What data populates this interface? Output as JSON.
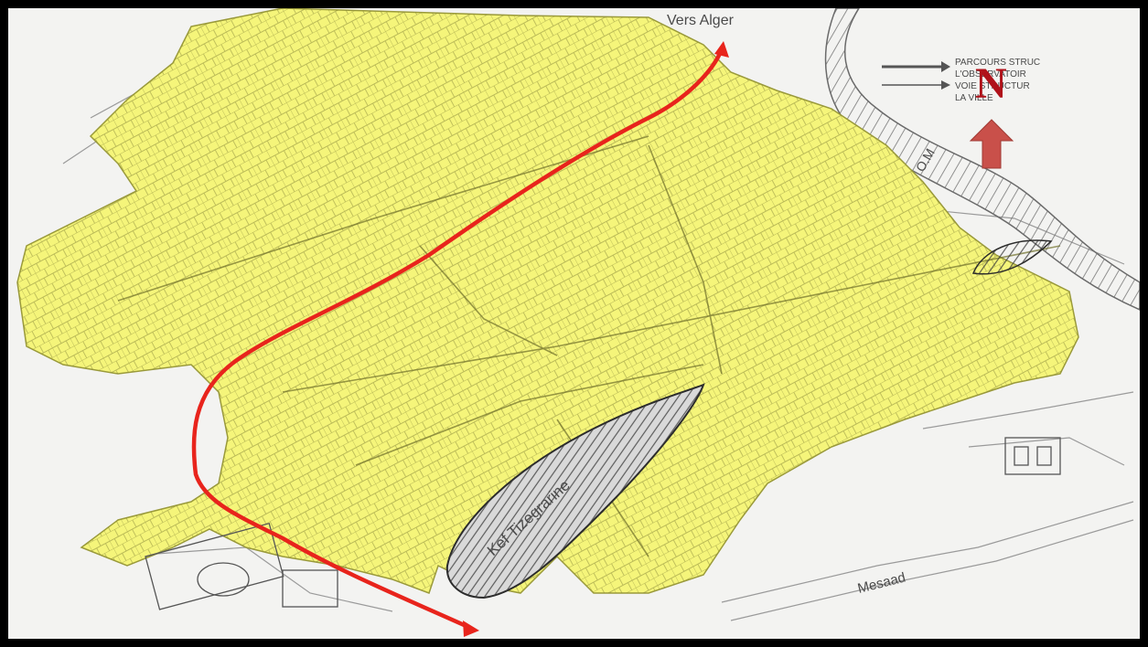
{
  "map": {
    "labels": {
      "vers_alger": "Vers Alger",
      "kef_tizegrarine": "Kef Tizegrarine",
      "mesaad": "Mesaad",
      "oued": "O.M"
    },
    "legend": {
      "line1": "PARCOURS STRUC",
      "line2": "L'OBSERVATOIR",
      "line3": "VOIE STRUCTUR",
      "line4": "LA VILLE"
    },
    "north_letter": "N",
    "colors": {
      "urban_area": "#f5f57a",
      "route": "#e8241c",
      "north_arrow": "#c9504a",
      "north_letter": "#b0121a",
      "frame": "#000000"
    }
  }
}
